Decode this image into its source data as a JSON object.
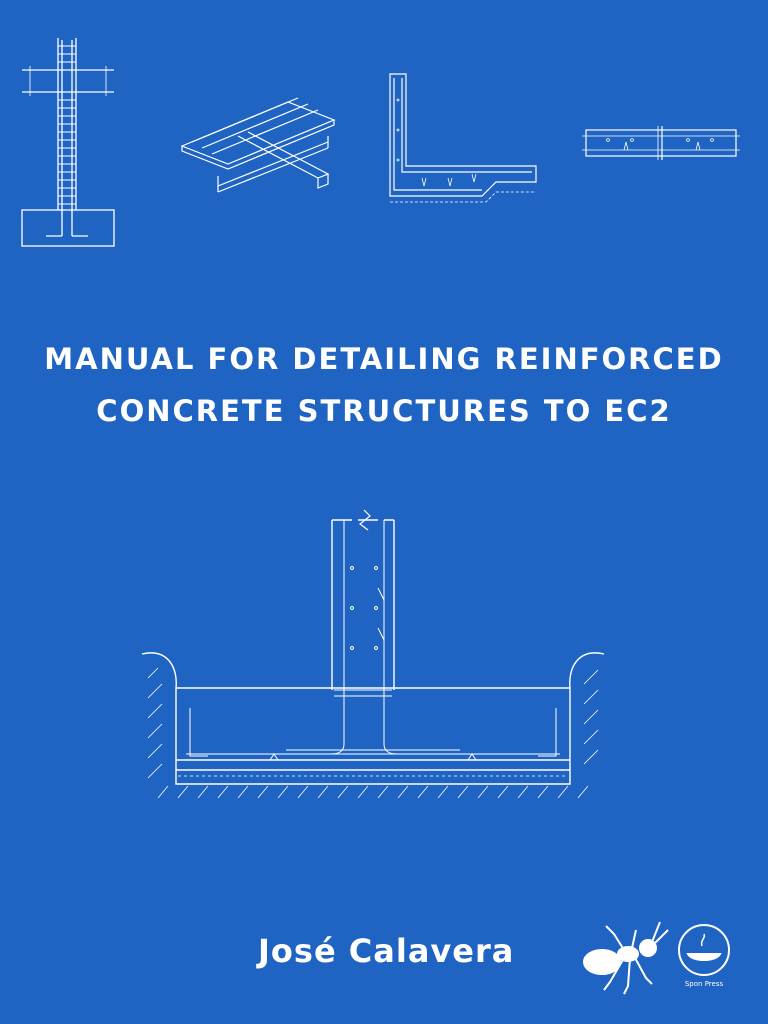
{
  "book": {
    "title_line1": "MANUAL FOR DETAILING REINFORCED",
    "title_line2": "CONCRETE STRUCTURES TO EC2",
    "author": "José Calavera",
    "publisher": "Spon Press"
  },
  "colors": {
    "background": "#1f64c2",
    "linework": "#ffffff"
  },
  "icons": {
    "publisher_mark_left": "ant-logo-icon",
    "publisher_mark_right": "lamp-emblem-icon"
  }
}
